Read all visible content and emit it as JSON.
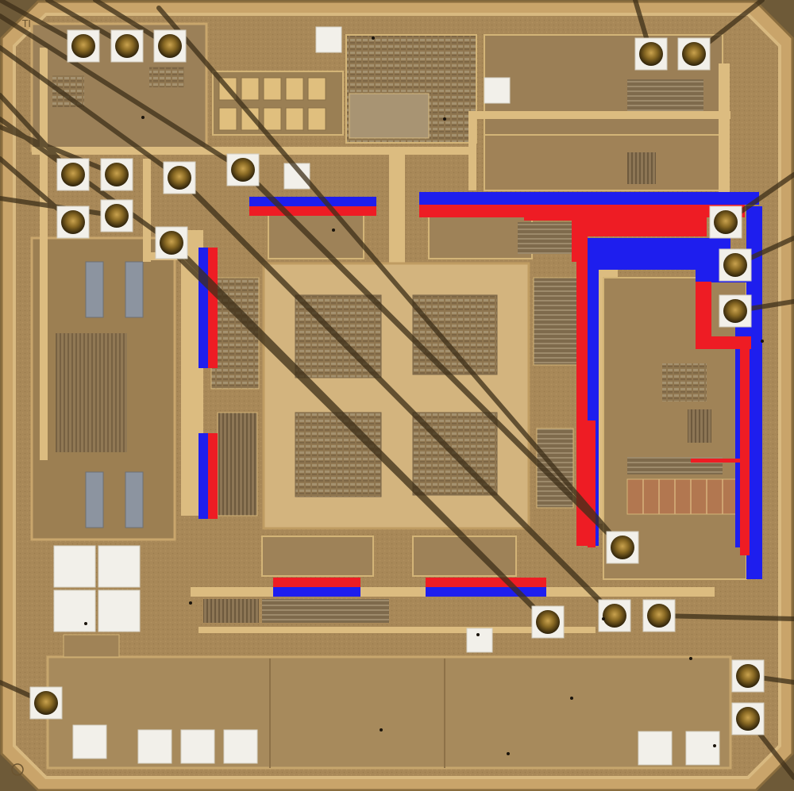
{
  "image": {
    "subject": "integrated-circuit-die-micrograph",
    "colors": {
      "substrate": "#a88858",
      "substrate_dark": "#8a6e45",
      "metal_gold": "#d9b87a",
      "metal_pale": "#e6cc94",
      "pad_white": "#f2f0ea",
      "bond_ball": "#6b4f1a",
      "bond_wire": "#3d2f18",
      "highlight_red": "#ee1c24",
      "highlight_blue": "#1e1eee",
      "seal_ring": "#c9a46a"
    },
    "markings": [
      "TI-logo",
      "mask-mark"
    ]
  }
}
